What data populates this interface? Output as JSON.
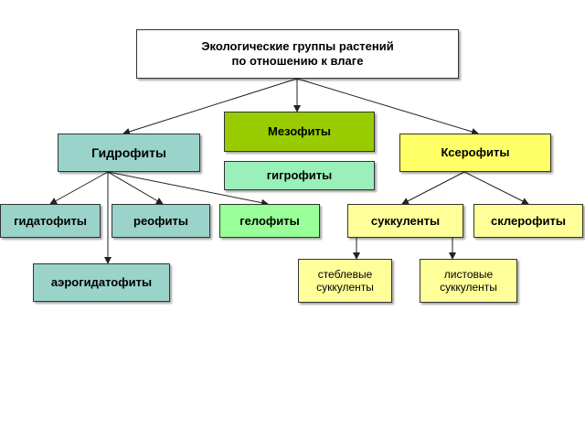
{
  "title": "Экологические группы растений\nпо отношению к влаге",
  "mesophytes": "Мезофиты",
  "hygrophytes": "гигрофиты",
  "hydrophytes": "Гидрофиты",
  "xerophytes": "Ксерофиты",
  "hydatophytes": "гидатофиты",
  "rheophytes": "реофиты",
  "helophytes": "гелофиты",
  "succulents": "суккуленты",
  "sclerophytes": "склерофиты",
  "aerohydatophytes": "аэрогидатофиты",
  "stem_succulents": "стеблевые\nсуккуленты",
  "leaf_succulents": "листовые\nсуккуленты",
  "colors": {
    "hydro": "#99d3c9",
    "meso": "#99cc00",
    "hygro": "#99f0b8",
    "xero": "#ffff66",
    "helo": "#99ff99",
    "succ": "#ffff99",
    "title": "#ffffff"
  }
}
